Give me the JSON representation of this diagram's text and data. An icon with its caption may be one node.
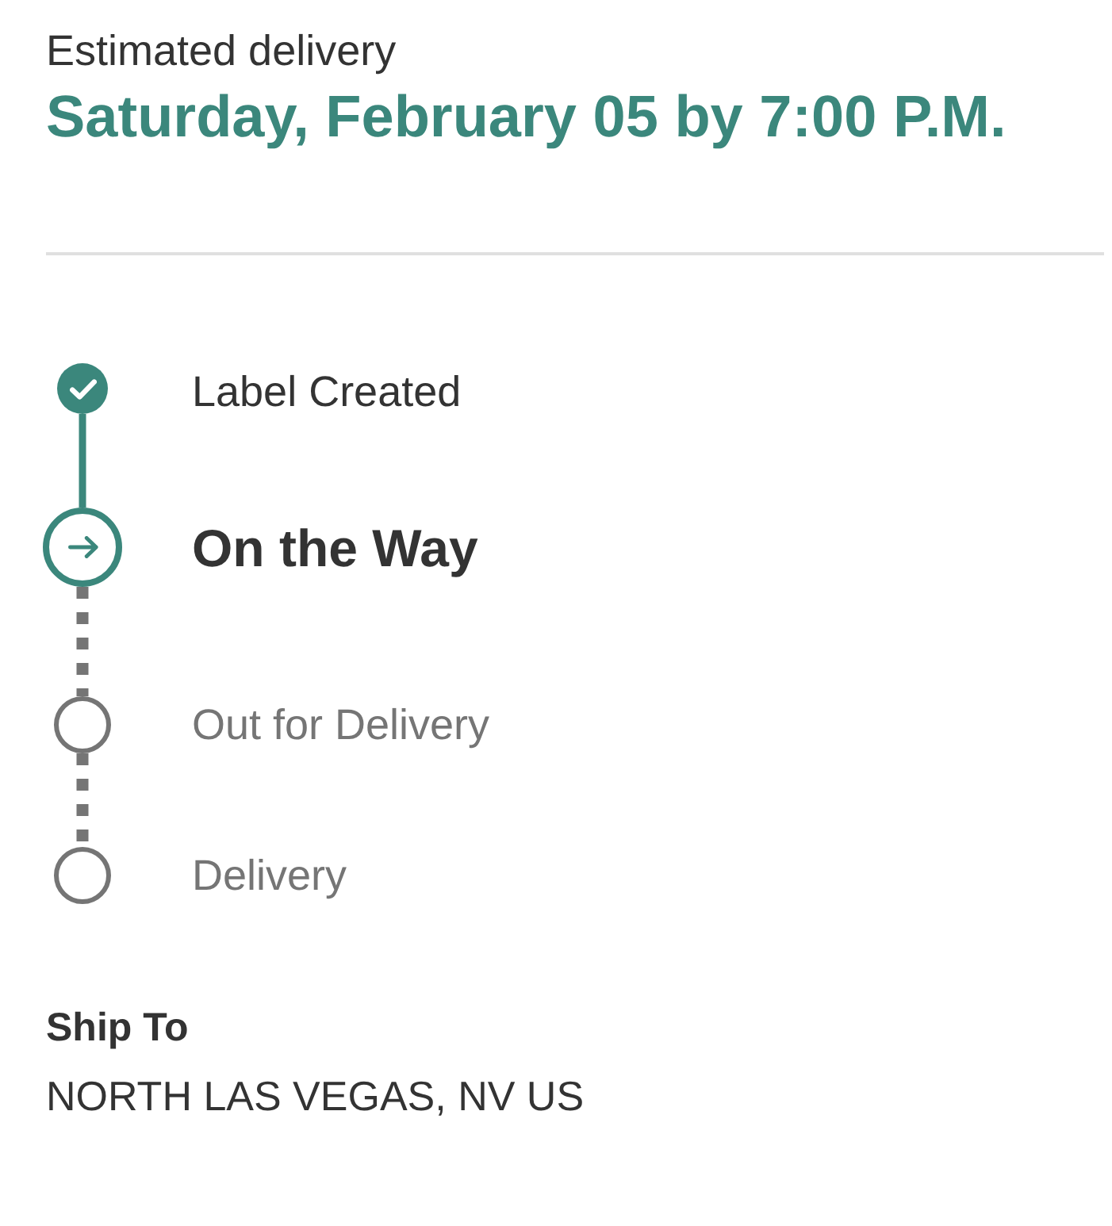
{
  "diagram": {
    "nodes": [
      {
        "text": [],
        "shape": "circle",
        "beside": [
          "Label Created"
        ]
      },
      {
        "text": [],
        "shape": "circle",
        "beside": [
          "On the Way"
        ]
      },
      {
        "text": [],
        "shape": "circle",
        "beside": [
          "Out for Delivery"
        ]
      },
      {
        "text": [],
        "shape": "circle",
        "beside": [
          "Delivery"
        ]
      }
    ],
    "edges": [
      {
        "from": 0,
        "to": 1,
        "arrow": "none",
        "color": "#3b877c"
      },
      {
        "from": 1,
        "to": 2,
        "arrow": "none",
        "style": "dashed"
      },
      {
        "from": 2,
        "to": 3,
        "arrow": "none",
        "style": "dashed"
      }
    ],
    "labels": [
      "Estimated delivery",
      "Saturday, February 05 by 7:00 P.M.",
      "Ship To",
      "NORTH LAS VEGAS, NV US"
    ]
  }
}
